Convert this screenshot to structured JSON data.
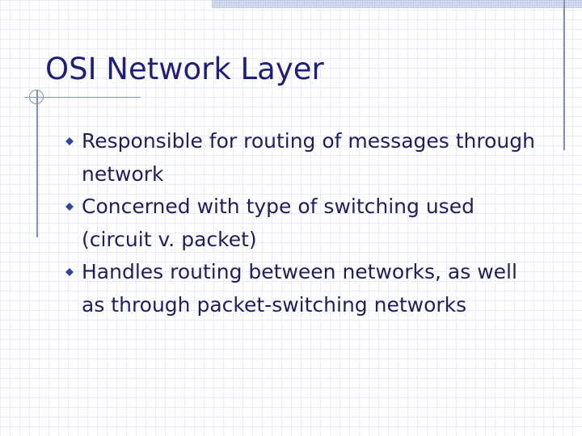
{
  "slide": {
    "title": "OSI Network Layer",
    "bullets": [
      {
        "text": "Responsible for routing of messages through network",
        "icon": "diamond-bullet-icon"
      },
      {
        "text": "Concerned with type of switching used (circuit v. packet)",
        "icon": "diamond-bullet-icon"
      },
      {
        "text": "Handles routing between networks, as well as through packet-switching networks",
        "icon": "diamond-bullet-icon"
      }
    ]
  },
  "colors": {
    "title": "#1f1f7a",
    "body_text": "#1f1f5a",
    "bullet": "#3344a0",
    "rule": "#7f8fb8",
    "grid": "#e8ecf6"
  }
}
